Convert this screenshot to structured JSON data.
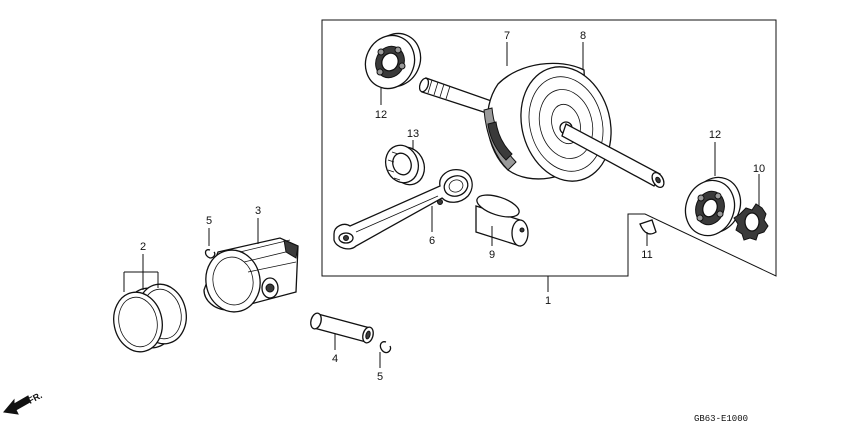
{
  "diagram": {
    "labels": {
      "p1": "1",
      "p2": "2",
      "p3": "3",
      "p4": "4",
      "p5a": "5",
      "p5b": "5",
      "p6": "6",
      "p7": "7",
      "p8": "8",
      "p9": "9",
      "p10": "10",
      "p11": "11",
      "p12a": "12",
      "p12b": "12",
      "p13": "13"
    },
    "direction_label": "FR.",
    "drawing_code": "GB63-E1000"
  }
}
